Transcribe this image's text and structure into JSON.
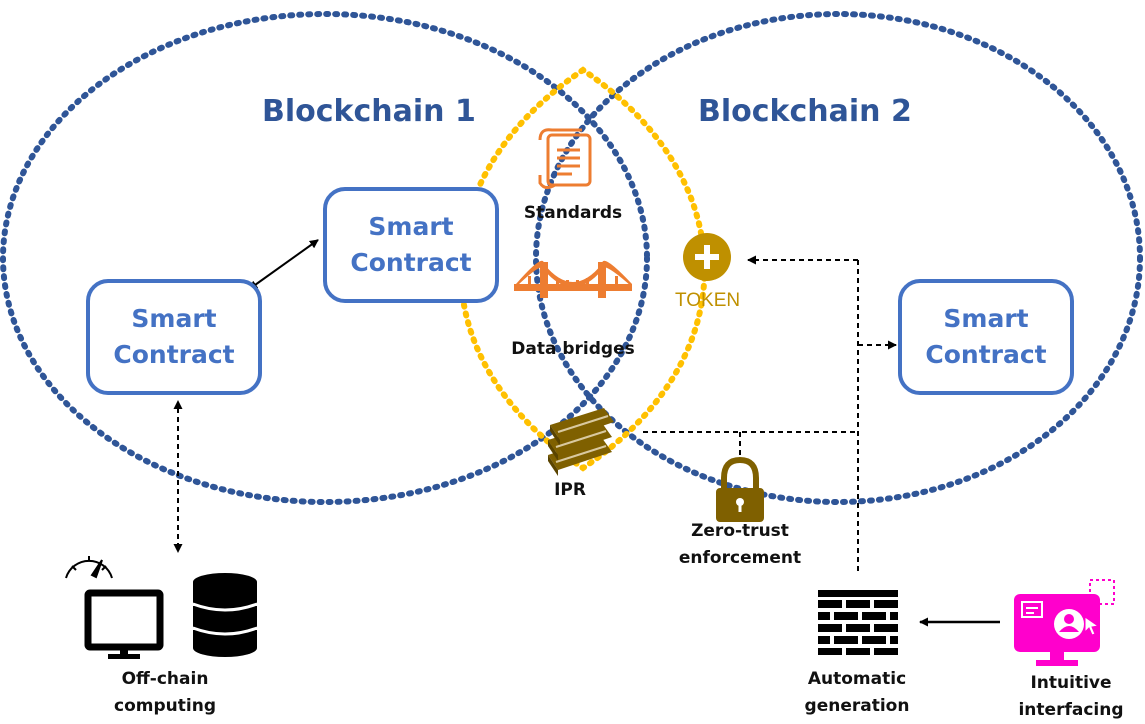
{
  "blockchains": [
    {
      "title": "Blockchain 1",
      "border_color": "#2f5597"
    },
    {
      "title": "Blockchain 2",
      "border_color": "#2f5597"
    }
  ],
  "intersection_color": "#ffc000",
  "smart_contracts": [
    {
      "label": "Smart\nContract"
    },
    {
      "label": "Smart\nContract"
    },
    {
      "label": "Smart\nContract"
    }
  ],
  "intersection_items": {
    "standards": {
      "label": "Standards",
      "icon": "scroll-icon",
      "color": "#ed7d31"
    },
    "data_bridges": {
      "label": "Data bridges",
      "icon": "bridge-icon",
      "color": "#ed7d31"
    },
    "ipr": {
      "label": "IPR",
      "icon": "books-icon",
      "color": "#7f6000"
    }
  },
  "token": {
    "label": "TOKEN",
    "icon": "plus-coin-icon",
    "color": "#bf9000"
  },
  "zero_trust": {
    "label": "Zero-trust\nenforcement",
    "icon": "padlock-icon",
    "color": "#7f6000"
  },
  "offchain": {
    "label": "Off-chain\ncomputing",
    "icons": [
      "speedometer-icon",
      "monitor-icon",
      "database-icon"
    ]
  },
  "automatic_generation": {
    "label": "Automatic\ngeneration",
    "icon": "firewall-icon"
  },
  "intuitive_interfacing": {
    "label": "Intuitive\ninterfacing",
    "icon": "user-interface-icon",
    "color": "#ff00cc"
  }
}
